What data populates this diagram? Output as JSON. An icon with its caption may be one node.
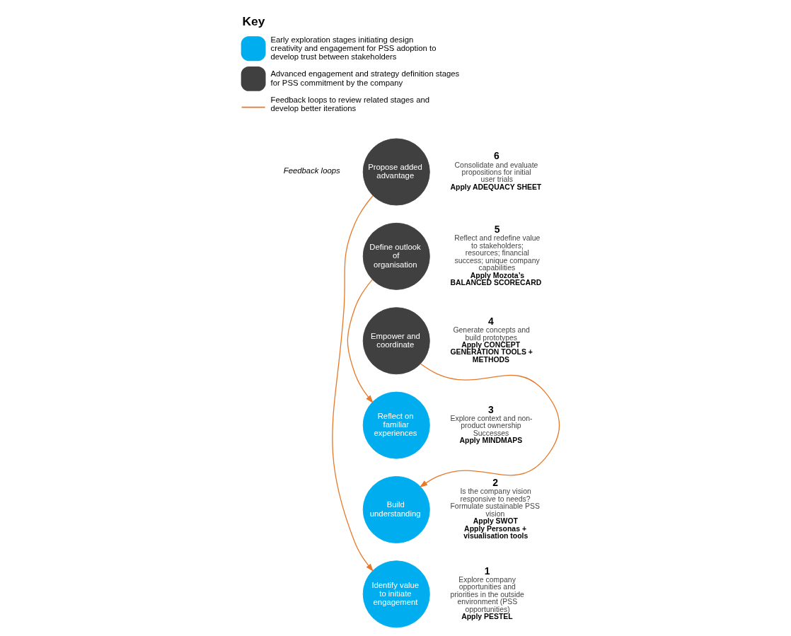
{
  "diagram": {
    "nodes": [
      {
        "text": [
          "Identify value to initiate engagement"
        ],
        "beside": [
          "1",
          "Explore company opportunities and priorities in the outside environment (PSS opportunities)",
          "Apply PESTEL"
        ]
      },
      {
        "text": [
          "Build understanding"
        ],
        "beside": [
          "2",
          "Is the company vision responsive to needs? Formulate sustainable PSS vision",
          "Apply SWOT",
          "Apply Personas + visualisation tools"
        ]
      },
      {
        "text": [
          "Reflect on familiar experiences"
        ],
        "beside": [
          "3",
          "Explore context and non-product ownership Successes",
          "Apply MINDMAPS"
        ]
      },
      {
        "text": [
          "Empower and coordinate"
        ],
        "beside": [
          "4",
          "Generate concepts and build prototypes",
          "Apply CONCEPT GENERATION TOOLS + METHODS"
        ]
      },
      {
        "text": [
          "Define outlook of organisation"
        ],
        "beside": [
          "5",
          "Reflect and redefine value to stakeholders; resources; financial success; unique company capabilities",
          "Apply Mozota’s BALANCED SCORECARD"
        ]
      },
      {
        "text": [
          "Propose added advantage"
        ],
        "beside": [
          "6",
          "Consolidate and evaluate propositions for initial user trials",
          "Apply ADEQUACY SHEET"
        ]
      }
    ],
    "edges": [
      {
        "from": 5,
        "to": 0,
        "arrow": "to"
      },
      {
        "from": 4,
        "to": 2,
        "arrow": "to"
      },
      {
        "from": 3,
        "to": 1,
        "arrow": "to"
      }
    ],
    "labels": [
      "Key",
      "Feedback loops"
    ],
    "legend": [
      {
        "text": "Early exploration stages initiating design creativity and engagement for PSS adoption to develop trust between stakeholders",
        "color": "#00aeef"
      },
      {
        "text": "Advanced engagement and strategy definition stages for PSS commitment by the company",
        "color": "#404040"
      },
      {
        "text": "Feedback loops to review related stages and develop better iterations"
      }
    ]
  }
}
